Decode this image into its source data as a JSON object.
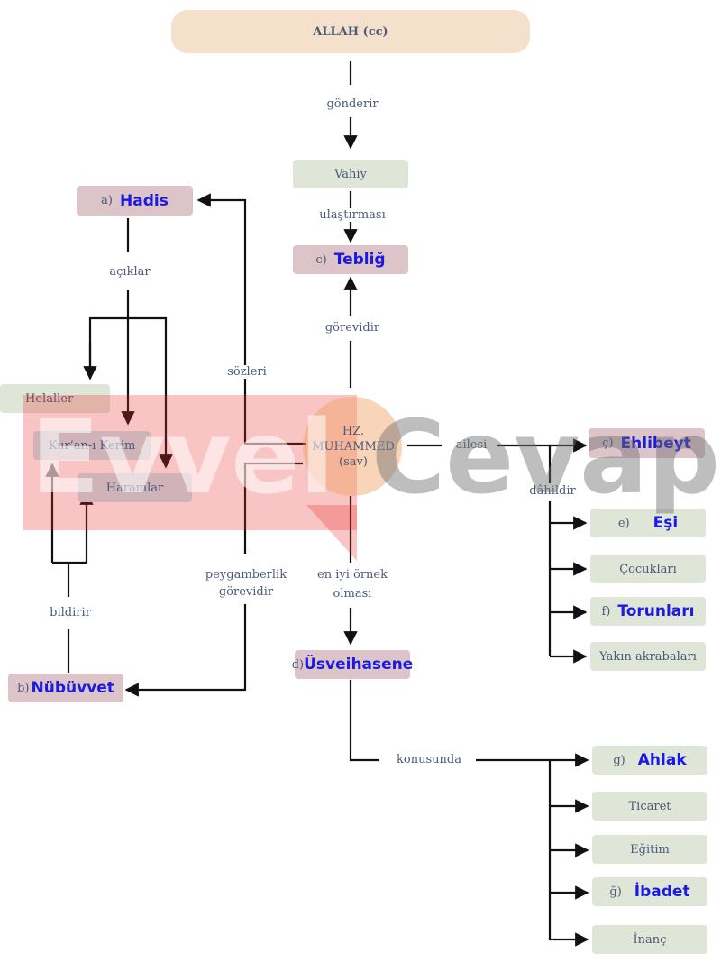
{
  "top": {
    "label": "ALLAH (cc)"
  },
  "edges": {
    "gonderir": "gönderir",
    "ulastirmasi": "ulaştırması",
    "gorevidir": "görevidir",
    "sozleri": "sözleri",
    "ailesi": "ailesi",
    "dahildir": "dâhildir",
    "aciklar": "açıklar",
    "bildirir": "bildirir",
    "peygamberlik_line1": "peygamberlik",
    "peygamberlik_line2": "görevidir",
    "ornek_line1": "en iyi örnek",
    "ornek_line2": "olması",
    "konusunda": "konusunda"
  },
  "center": {
    "line1": "HZ.",
    "line2": "MUHAMMED",
    "line3": "(sav)"
  },
  "vahiy": {
    "label": "Vahiy"
  },
  "answers": {
    "a": {
      "prefix": "a)",
      "value": "Hadis"
    },
    "b": {
      "prefix": "b)",
      "value": "Nübüvvet"
    },
    "c": {
      "prefix": "c)",
      "value": "Tebliğ"
    },
    "c2": {
      "prefix": "ç)",
      "value": "Ehlibeyt"
    },
    "d": {
      "prefix": "d)",
      "value": "Üsveihasene"
    },
    "e": {
      "prefix": "e)",
      "value": "Eşi"
    },
    "f": {
      "prefix": "f)",
      "value": "Torunları"
    },
    "g": {
      "prefix": "g)",
      "value": "Ahlak"
    },
    "g2": {
      "prefix": "ğ)",
      "value": "İbadet"
    }
  },
  "hadis_children": {
    "helaller": "Helaller",
    "kuran": "Kur’an-ı Kerim",
    "haramlar": "Haramlar"
  },
  "family": {
    "cocuklari": "Çocukları",
    "akrabalar": "Yakın akrabaları"
  },
  "topics": {
    "ticaret": "Ticaret",
    "egitim": "Eğitim",
    "inanc": "İnanç"
  },
  "watermark": {
    "word1": "Evvel",
    "word2": "Cevap",
    "brand_red": "#e8302a",
    "brand_gray": "#7a7a7a"
  },
  "colors": {
    "label_text": "#4a5a78",
    "answer_text": "#1a1ae0",
    "top_box": "#f5e0cc",
    "green_box": "#dfe6d8",
    "pink_box": "#dcc4c8"
  }
}
